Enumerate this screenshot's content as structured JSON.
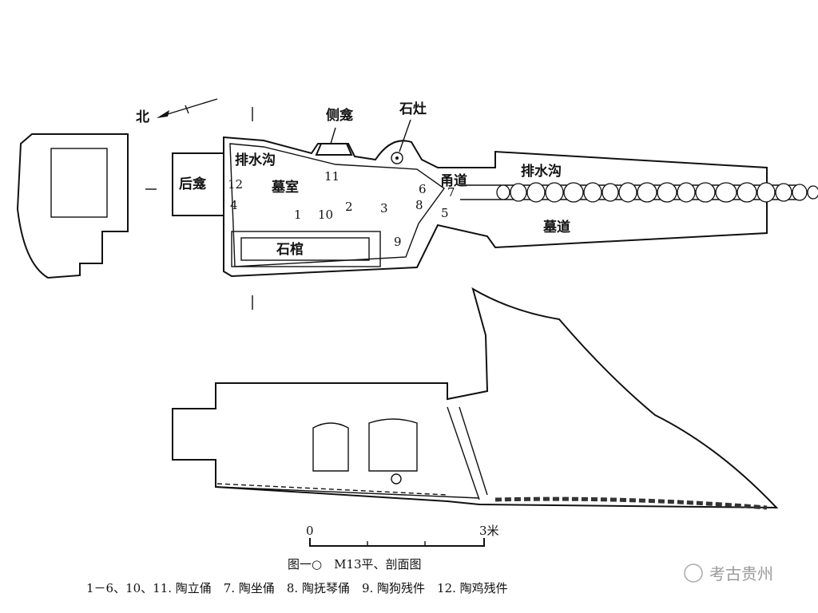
{
  "plan": {
    "north": "北",
    "side_niche": "侧龛",
    "stone_stove": "石灶",
    "rear_niche": "后龛",
    "drain_chamber": "排水沟",
    "drain_passage": "排水沟",
    "chamber": "墓室",
    "coffin": "石棺",
    "corridor": "甬道",
    "ramp": "墓道",
    "items": [
      "1",
      "2",
      "3",
      "4",
      "5",
      "6",
      "7",
      "8",
      "9",
      "10",
      "11",
      "12"
    ]
  },
  "scale": {
    "start": "0",
    "end": "3米"
  },
  "caption": {
    "title": "图一○　M13平、剖面图",
    "legend": "1－6、10、11. 陶立俑　7. 陶坐俑　8. 陶抚琴俑　9. 陶狗残件　12. 陶鸡残件"
  },
  "watermark": "考古贵州"
}
